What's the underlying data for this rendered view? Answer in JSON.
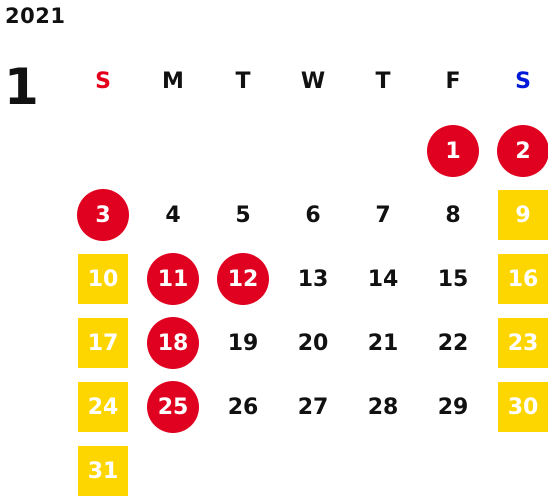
{
  "year": "2021",
  "month": "1",
  "colors": {
    "sunday_label": "#e4001b",
    "saturday_label": "#0018d8",
    "holiday_circle": "#e0001f",
    "weekend_square": "#fdd600"
  },
  "weekdays": [
    {
      "label": "S",
      "type": "sunday"
    },
    {
      "label": "M",
      "type": "weekday"
    },
    {
      "label": "T",
      "type": "weekday"
    },
    {
      "label": "W",
      "type": "weekday"
    },
    {
      "label": "T",
      "type": "weekday"
    },
    {
      "label": "F",
      "type": "weekday"
    },
    {
      "label": "S",
      "type": "saturday"
    }
  ],
  "weeks": [
    [
      null,
      null,
      null,
      null,
      null,
      {
        "day": "1",
        "style": "holiday"
      },
      {
        "day": "2",
        "style": "holiday"
      }
    ],
    [
      {
        "day": "3",
        "style": "holiday"
      },
      {
        "day": "4",
        "style": "normal"
      },
      {
        "day": "5",
        "style": "normal"
      },
      {
        "day": "6",
        "style": "normal"
      },
      {
        "day": "7",
        "style": "normal"
      },
      {
        "day": "8",
        "style": "normal"
      },
      {
        "day": "9",
        "style": "weekend"
      }
    ],
    [
      {
        "day": "10",
        "style": "weekend"
      },
      {
        "day": "11",
        "style": "holiday"
      },
      {
        "day": "12",
        "style": "holiday"
      },
      {
        "day": "13",
        "style": "normal"
      },
      {
        "day": "14",
        "style": "normal"
      },
      {
        "day": "15",
        "style": "normal"
      },
      {
        "day": "16",
        "style": "weekend"
      }
    ],
    [
      {
        "day": "17",
        "style": "weekend"
      },
      {
        "day": "18",
        "style": "holiday"
      },
      {
        "day": "19",
        "style": "normal"
      },
      {
        "day": "20",
        "style": "normal"
      },
      {
        "day": "21",
        "style": "normal"
      },
      {
        "day": "22",
        "style": "normal"
      },
      {
        "day": "23",
        "style": "weekend"
      }
    ],
    [
      {
        "day": "24",
        "style": "weekend"
      },
      {
        "day": "25",
        "style": "holiday"
      },
      {
        "day": "26",
        "style": "normal"
      },
      {
        "day": "27",
        "style": "normal"
      },
      {
        "day": "28",
        "style": "normal"
      },
      {
        "day": "29",
        "style": "normal"
      },
      {
        "day": "30",
        "style": "weekend"
      }
    ],
    [
      {
        "day": "31",
        "style": "weekend"
      },
      null,
      null,
      null,
      null,
      null,
      null
    ]
  ]
}
